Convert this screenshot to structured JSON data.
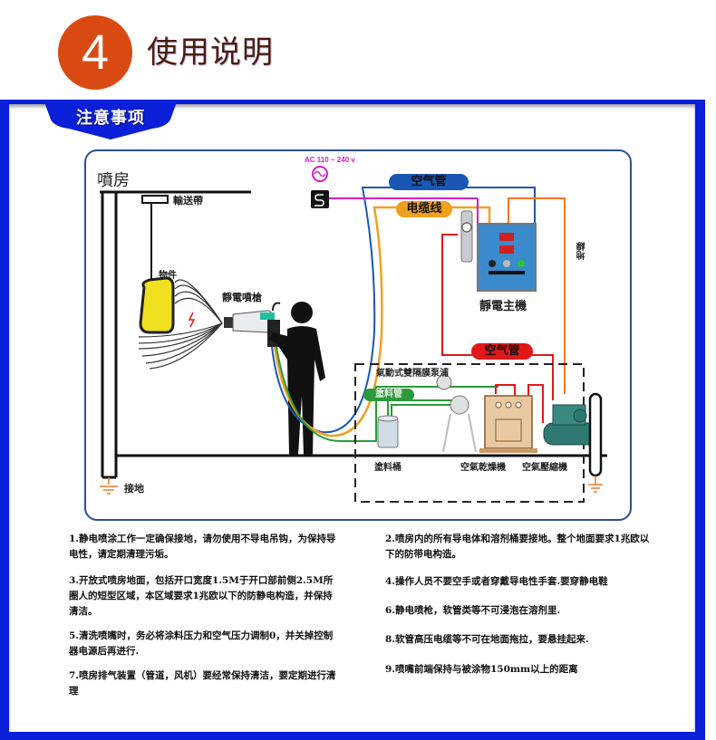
{
  "header": {
    "step_number": "4",
    "title": "使用说明",
    "accent_color": "#d84a12"
  },
  "frame": {
    "border_color": "#0a1fd8",
    "tab_label": "注意事项"
  },
  "diagram": {
    "booth_label": "噴房",
    "conveyor_label": "輸送帶",
    "workpiece_label": "物件",
    "gun_label": "靜電噴槍",
    "ground_left_label": "接地",
    "power_label": "AC 110 ~ 240 v",
    "air_pipe_top_label": "空气管",
    "cable_label": "电缆线",
    "controller_label": "靜電主機",
    "ground_wire_label": "地線",
    "air_pipe_red_label": "空气管",
    "pump_label": "氣動式雙隔膜泵浦",
    "paint_pipe_label": "塗料管",
    "paint_bucket_label": "塗料桶",
    "air_dryer_label": "空氣乾燥機",
    "air_compressor_label": "空氣壓縮機",
    "colors": {
      "air_pipe_blue": "#1a57b5",
      "cable_orange": "#f0a020",
      "power_magenta": "#d020c8",
      "air_pipe_red": "#e01818",
      "paint_pipe_green": "#2a9a3a",
      "ground_orange": "#f07828",
      "workpiece_yellow": "#f0e020"
    },
    "icons": [
      "ac-wave-icon",
      "plug-icon",
      "ground-symbol-icon",
      "operator-figure",
      "spray-gun",
      "controller-unit",
      "air-filter",
      "diaphragm-pump",
      "paint-bucket",
      "air-dryer",
      "air-compressor"
    ]
  },
  "notes": {
    "left": [
      {
        "text": "1.静电喷涂工作一定确保接地，请勿使用不导电吊钩，为保持导电性，请定期清理污垢。"
      },
      {
        "text": "3.开放式喷房地面，包括开口宽度1.5M于开口部前侧2.5M所圈人的短型区域，本区域要求1兆欧以下的防静电构造，并保持清洁。"
      },
      {
        "text": "5.清洗喷嘴时，务必将涂料压力和空气压力调制0，并关掉控制器电源后再进行."
      },
      {
        "text": "7.喷房排气装置（管道，风机）要经常保持清洁，要定期进行清理"
      }
    ],
    "right": [
      {
        "text": "2.喷房内的所有导电体和溶剂桶要接地。整个地面要求1兆欧以下的防带电构造。"
      },
      {
        "text": "4.操作人员不要空手或者穿戴导电性手套.要穿静电鞋"
      },
      {
        "text": "6.静电喷枪，软管类等不可浸泡在溶剂里."
      },
      {
        "text": "8.软管高压电缆等不可在地面拖拉，要悬挂起来."
      },
      {
        "text": "9.喷嘴前端保持与被涂物150mm以上的距离"
      }
    ]
  }
}
